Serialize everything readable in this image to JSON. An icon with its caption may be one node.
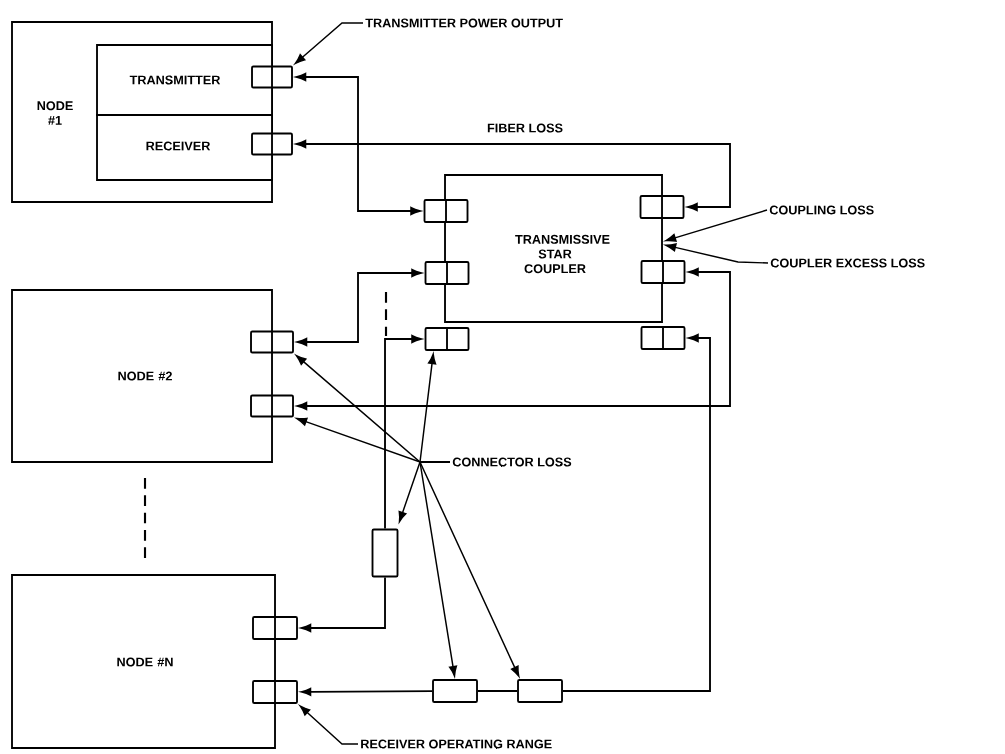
{
  "diagram": {
    "nodes": [
      {
        "text": [
          "NODE #1"
        ]
      },
      {
        "text": [
          "TRANSMITTER"
        ],
        "in": 0
      },
      {
        "text": [
          "RECEIVER"
        ],
        "in": 0
      },
      {
        "text": [
          "TRANSMISSIVE STAR COUPLER"
        ]
      },
      {
        "text": [
          "NODE #2"
        ]
      },
      {
        "text": [
          "NODE #N"
        ]
      },
      {
        "text": [],
        "shape": "box"
      },
      {
        "text": [],
        "shape": "box"
      },
      {
        "text": [],
        "shape": "box"
      },
      {
        "text": [],
        "shape": "box"
      },
      {
        "text": [],
        "shape": "box"
      },
      {
        "text": [],
        "shape": "box"
      },
      {
        "text": [],
        "shape": "box"
      },
      {
        "text": [],
        "shape": "box"
      },
      {
        "text": [],
        "shape": "box"
      },
      {
        "text": [],
        "shape": "box"
      },
      {
        "text": [],
        "shape": "box"
      },
      {
        "text": [],
        "shape": "box"
      },
      {
        "text": [],
        "shape": "box"
      },
      {
        "text": [],
        "shape": "box"
      },
      {
        "text": [],
        "shape": "box"
      },
      {
        "text": [
          "TRANSMITTER POWER OUTPUT"
        ]
      },
      {
        "text": [
          "COUPLING LOSS"
        ]
      },
      {
        "text": [
          "COUPLER EXCESS LOSS"
        ]
      },
      {
        "text": [
          "CONNECTOR LOSS"
        ]
      },
      {
        "text": [
          "RECEIVER OPERATING RANGE"
        ]
      }
    ],
    "edges": [
      {
        "from": 6,
        "to": 8,
        "arrow": "both"
      },
      {
        "from": 11,
        "to": 7,
        "arrow": "both",
        "label": "FIBER LOSS"
      },
      {
        "from": 14,
        "to": 9,
        "arrow": "both"
      },
      {
        "from": 18,
        "to": 10,
        "arrow": "to"
      },
      {
        "from": 18,
        "to": 16,
        "arrow": "to"
      },
      {
        "from": 12,
        "to": 15,
        "arrow": "both"
      },
      {
        "from": 20,
        "to": 13,
        "arrow": "to"
      },
      {
        "from": 19,
        "to": 20,
        "arrow": "none"
      },
      {
        "from": 19,
        "to": 17,
        "arrow": "to"
      },
      {
        "from": 21,
        "to": 6,
        "arrow": "to"
      },
      {
        "from": 22,
        "to": 3,
        "arrow": "to"
      },
      {
        "from": 23,
        "to": 3,
        "arrow": "to"
      },
      {
        "from": 24,
        "to": 14,
        "arrow": "to"
      },
      {
        "from": 24,
        "to": 15,
        "arrow": "to"
      },
      {
        "from": 24,
        "to": 10,
        "arrow": "to"
      },
      {
        "from": 24,
        "to": 18,
        "arrow": "to"
      },
      {
        "from": 24,
        "to": 19,
        "arrow": "to"
      },
      {
        "from": 24,
        "to": 20,
        "arrow": "to"
      },
      {
        "from": 25,
        "to": 17,
        "arrow": "to"
      }
    ]
  }
}
